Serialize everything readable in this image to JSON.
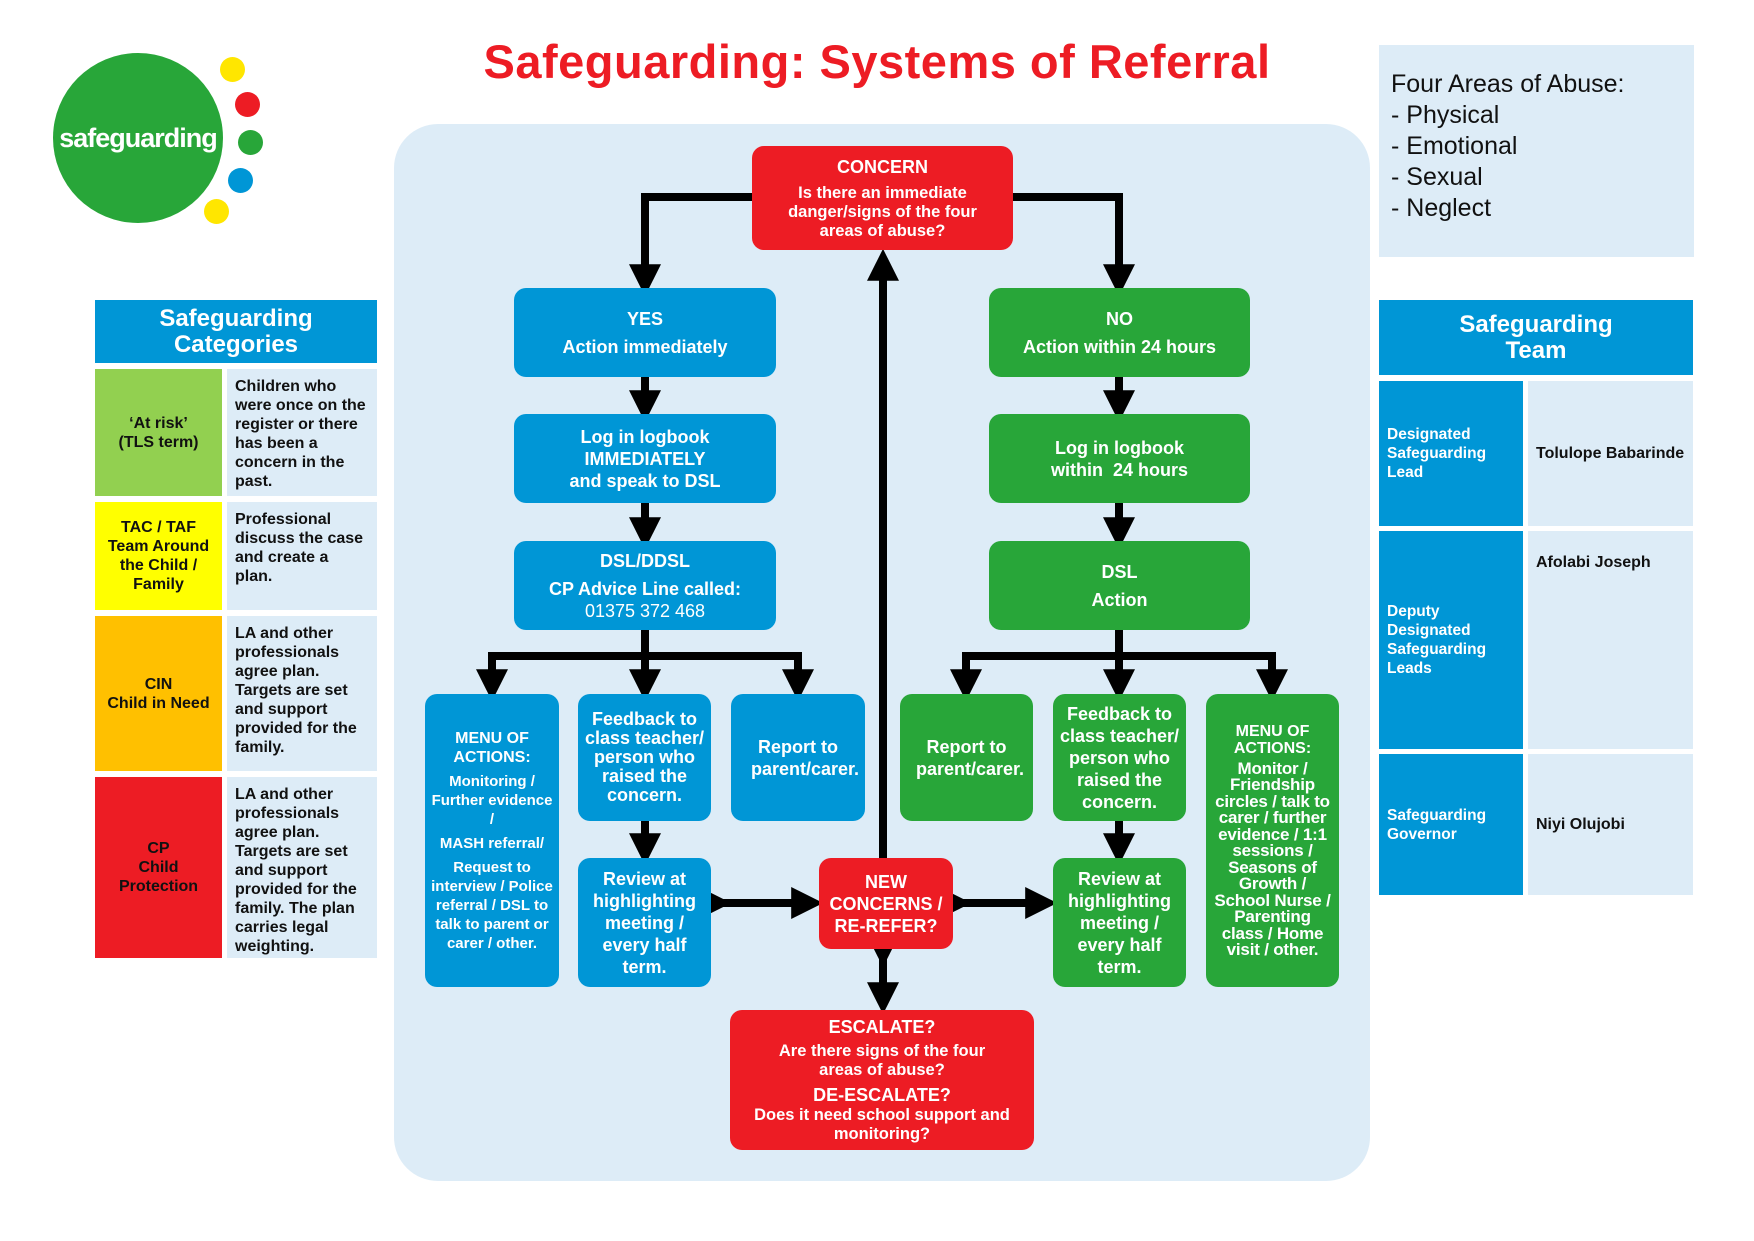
{
  "title": "Safeguarding: Systems of Referral",
  "logo": {
    "text": "safeguarding",
    "dot_colors": [
      "#ffe600",
      "#ed1c24",
      "#28a639",
      "#0096d6",
      "#ffe600"
    ]
  },
  "colors": {
    "blue": "#0096d6",
    "green": "#28a639",
    "red": "#ed1c24",
    "panel": "#ddecf7",
    "title": "#ed1c24"
  },
  "abuse_areas": {
    "heading": "Four Areas of Abuse:",
    "items": [
      "- Physical",
      "- Emotional",
      "- Sexual",
      "- Neglect"
    ]
  },
  "categories": {
    "heading": "Safeguarding Categories",
    "rows": [
      {
        "name": "‘At risk’\n(TLS term)",
        "color": "#92d050",
        "description": "Children who were once on the register or there has been a concern in the past."
      },
      {
        "name": "TAC / TAF\nTeam Around the Child / Family",
        "color": "#ffff00",
        "description": "Professional discuss the case and create a plan."
      },
      {
        "name": "CIN\nChild in Need",
        "color": "#ffc000",
        "description": "LA and other professionals agree plan. Targets are set and support provided for the family."
      },
      {
        "name": "CP\nChild\nProtection",
        "color": "#ed1c24",
        "description": "LA and other professionals agree plan. Targets are set and support provided for the family. The plan carries legal weighting."
      }
    ]
  },
  "team": {
    "heading": "Safeguarding Team",
    "rows": [
      {
        "role": "Designated Safeguarding Lead",
        "name": "Tolulope Babarinde"
      },
      {
        "role": "Deputy Designated Safeguarding Leads",
        "name": "Afolabi Joseph"
      },
      {
        "role": "Safeguarding Governor",
        "name": "Niyi  Olujobi"
      }
    ]
  },
  "flow": {
    "concern": {
      "title": "CONCERN",
      "text": "Is there an immediate danger/signs of the four areas of abuse?"
    },
    "yes": {
      "title": "YES",
      "text": "Action immediately"
    },
    "no": {
      "title": "NO",
      "text": "Action within 24 hours"
    },
    "yes_log": {
      "line1": "Log in logbook",
      "line2": "IMMEDIATELY",
      "line3": "and speak to DSL"
    },
    "no_log": {
      "line1": "Log in logbook",
      "line2": "within  24 hours"
    },
    "yes_dsl": {
      "title": "DSL/DDSL",
      "line1": "CP Advice Line called:",
      "line2": "01375 372 468"
    },
    "no_dsl": {
      "title": "DSL",
      "text": "Action"
    },
    "yes_menu": {
      "heading": "MENU OF ACTIONS:",
      "items": [
        "Monitoring / Further evidence /",
        "MASH referral/",
        "Request to interview / Police referral / DSL to talk to parent or carer / other."
      ]
    },
    "no_menu": {
      "heading": "MENU OF ACTIONS:",
      "text": "Monitor / Friendship circles / talk to carer / further evidence / 1:1 sessions / Seasons of Growth / School Nurse / Parenting class / Home visit / other."
    },
    "feedback": "Feedback to class teacher/ person who raised the concern.",
    "report": "Report to parent/carer.",
    "review": "Review at highlighting meeting / every half term.",
    "new_concerns": "NEW CONCERNS / RE-REFER?",
    "escalate": {
      "title": "ESCALATE?",
      "question": "Are there signs of the four areas of abuse?",
      "deescalate_title": "DE-ESCALATE?",
      "deescalate_question": "Does it need school support and monitoring?"
    }
  }
}
